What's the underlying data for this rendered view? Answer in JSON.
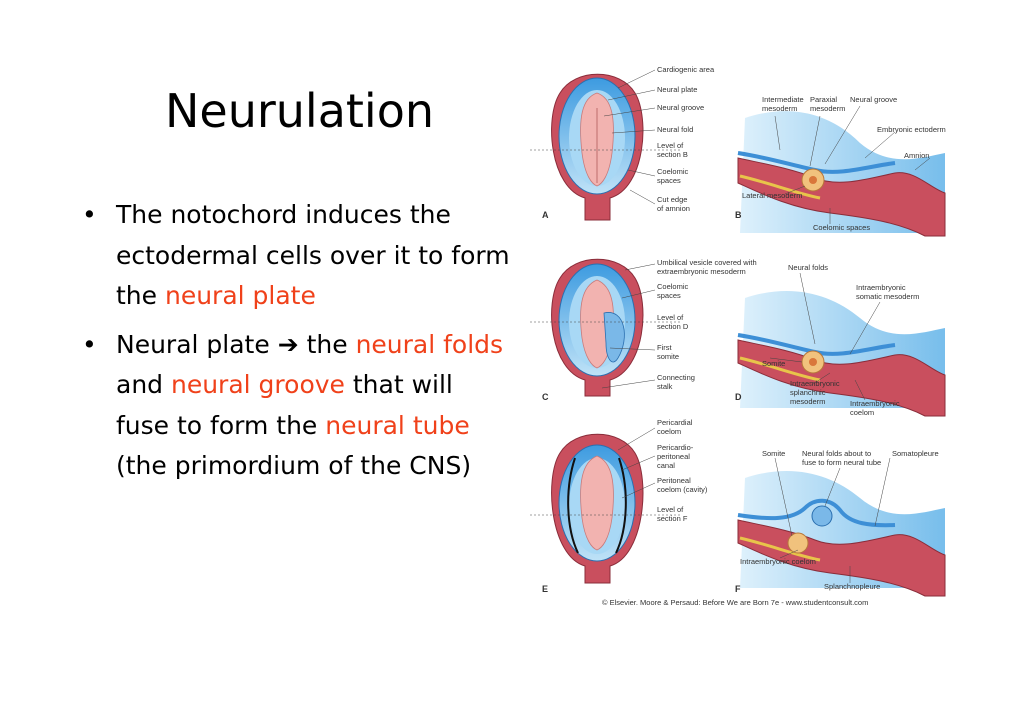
{
  "slide": {
    "title": "Neurulation",
    "bullets": [
      {
        "segments": [
          {
            "text": "The notochord induces the ectodermal cells over it to form the ",
            "highlight": false
          },
          {
            "text": "neural plate",
            "highlight": true
          }
        ]
      },
      {
        "segments": [
          {
            "text": "Neural plate ",
            "highlight": false
          },
          {
            "text": "➔",
            "highlight": false,
            "icon": "right-arrow-icon"
          },
          {
            "text": " the ",
            "highlight": false
          },
          {
            "text": "neural folds",
            "highlight": true
          },
          {
            "text": " and ",
            "highlight": false
          },
          {
            "text": "neural groove",
            "highlight": true
          },
          {
            "text": " that will fuse to form the ",
            "highlight": false
          },
          {
            "text": "neural tube",
            "highlight": true
          },
          {
            "text": " (the primordium of the CNS)",
            "highlight": false
          }
        ]
      }
    ],
    "highlight_color": "#f0411a"
  },
  "figure": {
    "panels": {
      "a": "A",
      "b": "B",
      "c": "C",
      "d": "D",
      "e": "E",
      "f": "F"
    },
    "labels_a": {
      "cardiogenic": "Cardiogenic area",
      "neural_plate": "Neural plate",
      "neural_groove": "Neural groove",
      "neural_fold": "Neural fold",
      "level_1": "Level of",
      "level_2": "section B",
      "coelomic_1": "Coelomic",
      "coelomic_2": "spaces",
      "cut_1": "Cut edge",
      "cut_2": "of amnion"
    },
    "labels_b": {
      "intermediate_1": "Intermediate",
      "intermediate_2": "mesoderm",
      "paraxial_1": "Paraxial",
      "paraxial_2": "mesoderm",
      "neural_groove": "Neural groove",
      "embryonic_ectoderm": "Embryonic ectoderm",
      "amnion": "Amnion",
      "lateral_mesoderm": "Lateral mesoderm",
      "coelomic_spaces": "Coelomic spaces"
    },
    "labels_c": {
      "umbilical_1": "Umbilical vesicle covered with",
      "umbilical_2": "extraembryonic mesoderm",
      "coelomic_1": "Coelomic",
      "coelomic_2": "spaces",
      "level_1": "Level of",
      "level_2": "section D",
      "somite_1": "First",
      "somite_2": "somite",
      "stalk_1": "Connecting",
      "stalk_2": "stalk"
    },
    "labels_d": {
      "neural_folds": "Neural folds",
      "somatic_1": "Intraembryonic",
      "somatic_2": "somatic mesoderm",
      "somite": "Somite",
      "splanch_1": "Intraembryonic",
      "splanch_2": "splanchnic",
      "splanch_3": "mesoderm",
      "coelom_1": "Intraembryonic",
      "coelom_2": "coelom"
    },
    "labels_e": {
      "pericardial_1": "Pericardial",
      "pericardial_2": "coelom",
      "canal_1": "Pericardio-",
      "canal_2": "peritoneal",
      "canal_3": "canal",
      "peritoneal_1": "Peritoneal",
      "peritoneal_2": "coelom (cavity)",
      "level_1": "Level of",
      "level_2": "section F"
    },
    "labels_f": {
      "somite": "Somite",
      "folds_1": "Neural folds about to",
      "folds_2": "fuse to form neural tube",
      "somatopleure": "Somatopleure",
      "coelom": "Intraembryonic coelom",
      "splanchnopleure": "Splanchnopleure"
    },
    "credit": "© Elsevier. Moore & Persaud: Before We are Born 7e - www.studentconsult.com"
  }
}
